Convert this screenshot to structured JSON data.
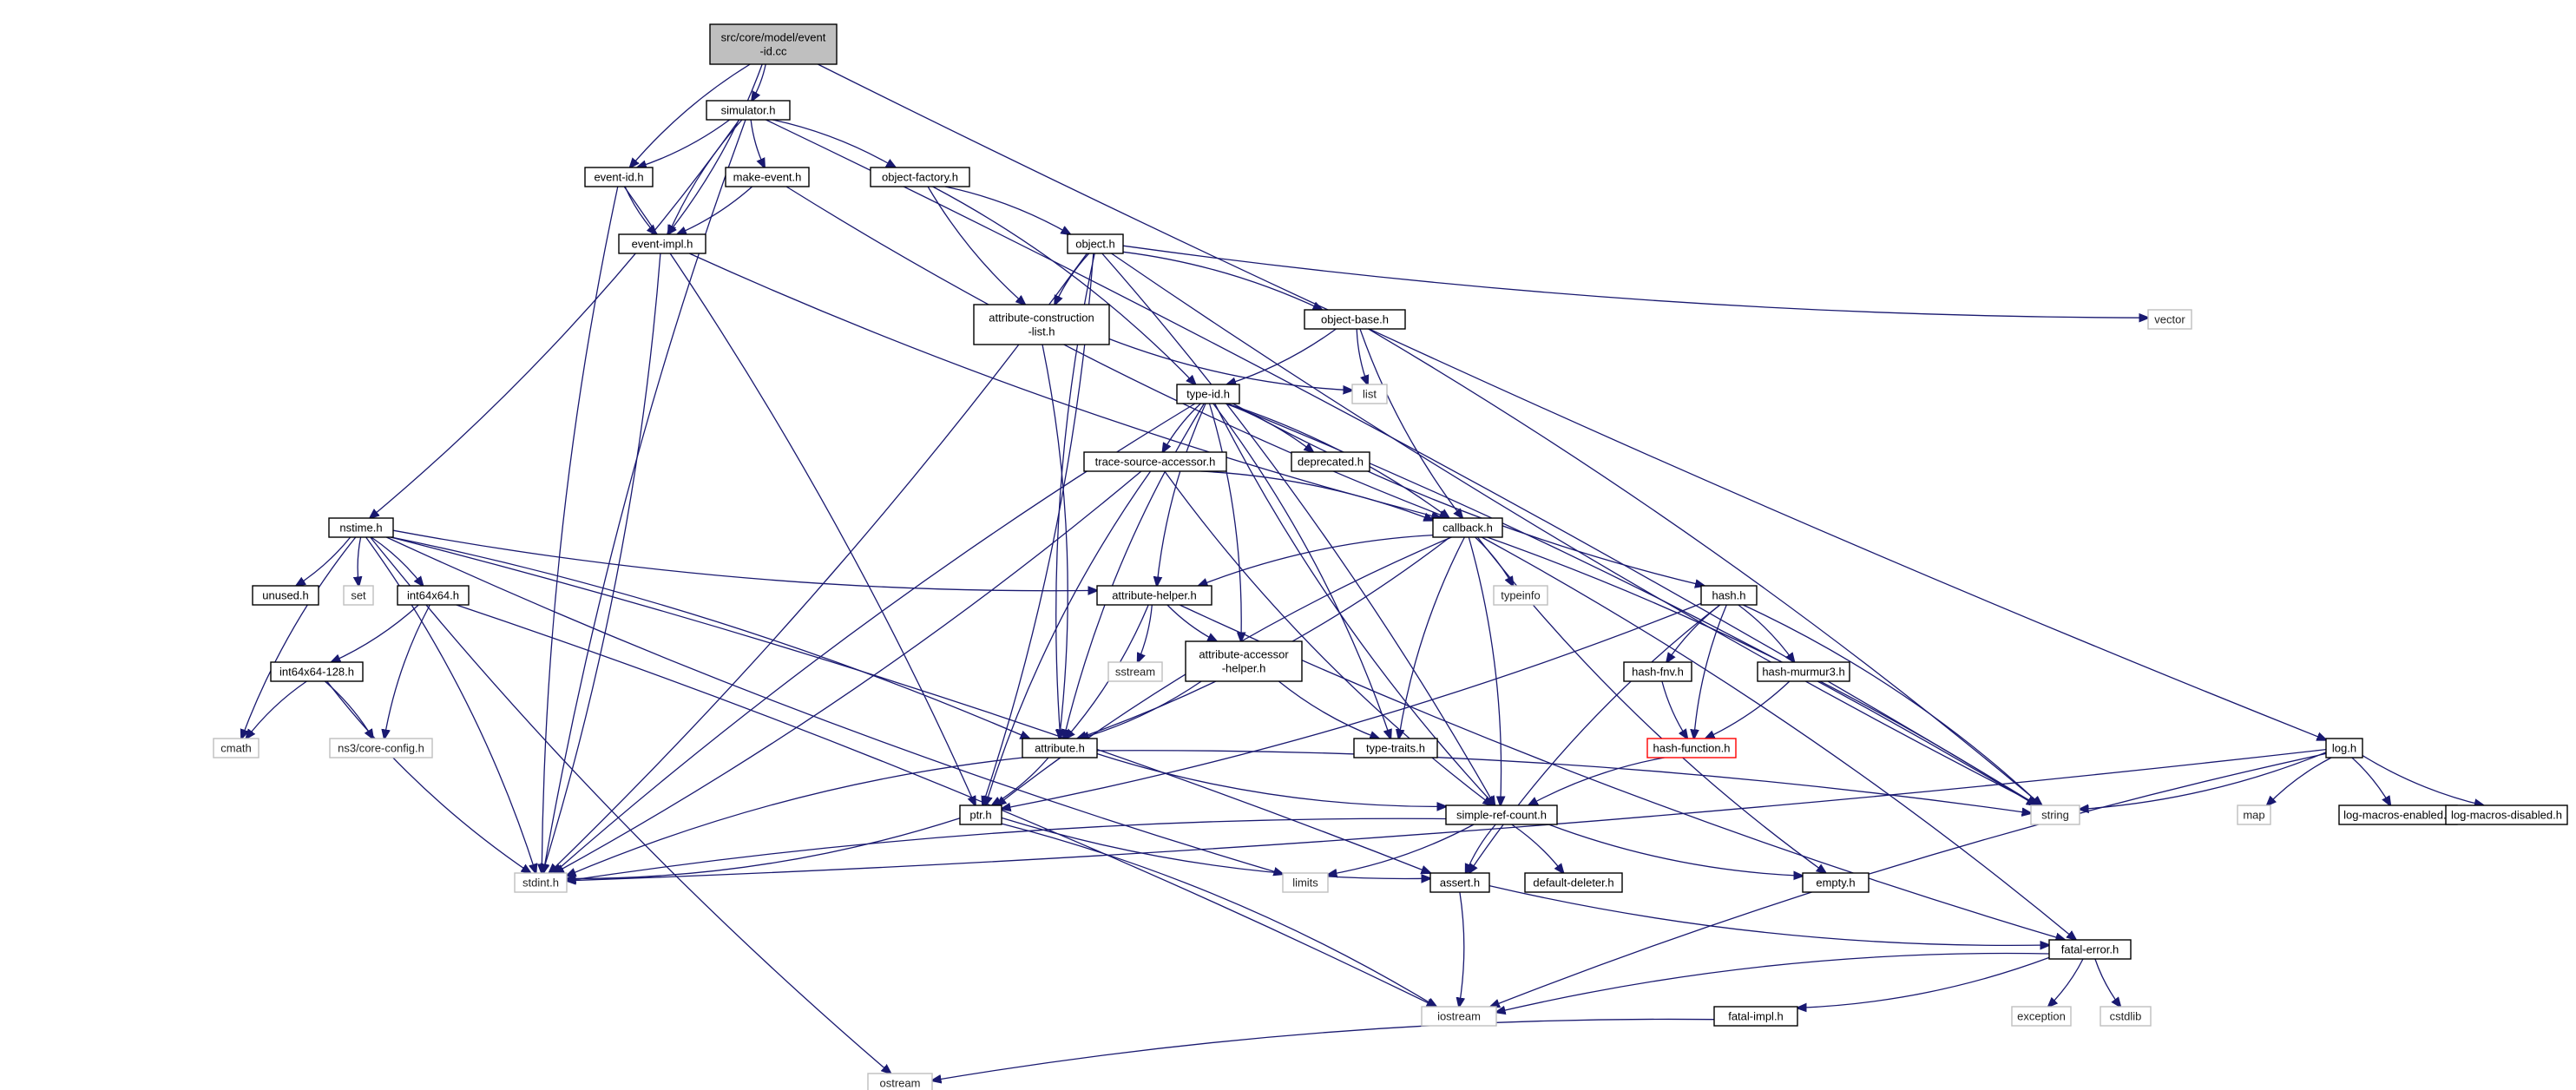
{
  "diagram": {
    "title": "",
    "colors": {
      "edge": "#191970",
      "node_border": "#000000",
      "system_border": "#bfbfbf",
      "highlight_border": "#ff0000",
      "root_fill": "#bfbfbf",
      "node_fill": "#ffffff"
    },
    "nodes": [
      {
        "id": "root",
        "lines": [
          "src/core/model/event",
          "-id.cc"
        ],
        "kind": "root"
      },
      {
        "id": "simulator",
        "lines": [
          "simulator.h"
        ],
        "kind": "header"
      },
      {
        "id": "event_id",
        "lines": [
          "event-id.h"
        ],
        "kind": "header"
      },
      {
        "id": "make_event",
        "lines": [
          "make-event.h"
        ],
        "kind": "header"
      },
      {
        "id": "object_factory",
        "lines": [
          "object-factory.h"
        ],
        "kind": "header"
      },
      {
        "id": "event_impl",
        "lines": [
          "event-impl.h"
        ],
        "kind": "header"
      },
      {
        "id": "object",
        "lines": [
          "object.h"
        ],
        "kind": "header"
      },
      {
        "id": "attr_construction",
        "lines": [
          "attribute-construction",
          "-list.h"
        ],
        "kind": "header"
      },
      {
        "id": "object_base",
        "lines": [
          "object-base.h"
        ],
        "kind": "header"
      },
      {
        "id": "vector",
        "lines": [
          "vector"
        ],
        "kind": "system"
      },
      {
        "id": "list",
        "lines": [
          "list"
        ],
        "kind": "system"
      },
      {
        "id": "type_id",
        "lines": [
          "type-id.h"
        ],
        "kind": "header"
      },
      {
        "id": "trace_source",
        "lines": [
          "trace-source-accessor.h"
        ],
        "kind": "header"
      },
      {
        "id": "deprecated",
        "lines": [
          "deprecated.h"
        ],
        "kind": "header"
      },
      {
        "id": "callback",
        "lines": [
          "callback.h"
        ],
        "kind": "header"
      },
      {
        "id": "typeinfo",
        "lines": [
          "typeinfo"
        ],
        "kind": "system"
      },
      {
        "id": "hash",
        "lines": [
          "hash.h"
        ],
        "kind": "header"
      },
      {
        "id": "nstime",
        "lines": [
          "nstime.h"
        ],
        "kind": "header"
      },
      {
        "id": "unused",
        "lines": [
          "unused.h"
        ],
        "kind": "header"
      },
      {
        "id": "set",
        "lines": [
          "set"
        ],
        "kind": "system"
      },
      {
        "id": "int64x64",
        "lines": [
          "int64x64.h"
        ],
        "kind": "header"
      },
      {
        "id": "attr_helper",
        "lines": [
          "attribute-helper.h"
        ],
        "kind": "header"
      },
      {
        "id": "sstream",
        "lines": [
          "sstream"
        ],
        "kind": "system"
      },
      {
        "id": "attr_accessor",
        "lines": [
          "attribute-accessor",
          "-helper.h"
        ],
        "kind": "header"
      },
      {
        "id": "hash_fnv",
        "lines": [
          "hash-fnv.h"
        ],
        "kind": "header"
      },
      {
        "id": "hash_murmur",
        "lines": [
          "hash-murmur3.h"
        ],
        "kind": "header"
      },
      {
        "id": "int64x64_128",
        "lines": [
          "int64x64-128.h"
        ],
        "kind": "header"
      },
      {
        "id": "cmath",
        "lines": [
          "cmath"
        ],
        "kind": "system"
      },
      {
        "id": "ns3config",
        "lines": [
          "ns3/core-config.h"
        ],
        "kind": "system"
      },
      {
        "id": "type_traits",
        "lines": [
          "type-traits.h"
        ],
        "kind": "header"
      },
      {
        "id": "hash_function",
        "lines": [
          "hash-function.h"
        ],
        "kind": "highlight"
      },
      {
        "id": "attribute",
        "lines": [
          "attribute.h"
        ],
        "kind": "header"
      },
      {
        "id": "log",
        "lines": [
          "log.h"
        ],
        "kind": "header"
      },
      {
        "id": "ptr",
        "lines": [
          "ptr.h"
        ],
        "kind": "header"
      },
      {
        "id": "simple_ref",
        "lines": [
          "simple-ref-count.h"
        ],
        "kind": "header"
      },
      {
        "id": "string",
        "lines": [
          "string"
        ],
        "kind": "system"
      },
      {
        "id": "map",
        "lines": [
          "map"
        ],
        "kind": "system"
      },
      {
        "id": "log_enabled",
        "lines": [
          "log-macros-enabled.h"
        ],
        "kind": "header"
      },
      {
        "id": "log_disabled",
        "lines": [
          "log-macros-disabled.h"
        ],
        "kind": "header"
      },
      {
        "id": "stdint",
        "lines": [
          "stdint.h"
        ],
        "kind": "system"
      },
      {
        "id": "limits",
        "lines": [
          "limits"
        ],
        "kind": "system"
      },
      {
        "id": "assert",
        "lines": [
          "assert.h"
        ],
        "kind": "header"
      },
      {
        "id": "default_deleter",
        "lines": [
          "default-deleter.h"
        ],
        "kind": "header"
      },
      {
        "id": "empty",
        "lines": [
          "empty.h"
        ],
        "kind": "header"
      },
      {
        "id": "fatal_error",
        "lines": [
          "fatal-error.h"
        ],
        "kind": "header"
      },
      {
        "id": "iostream",
        "lines": [
          "iostream"
        ],
        "kind": "system"
      },
      {
        "id": "exception",
        "lines": [
          "exception"
        ],
        "kind": "system"
      },
      {
        "id": "cstdlib",
        "lines": [
          "cstdlib"
        ],
        "kind": "system"
      },
      {
        "id": "fatal_impl",
        "lines": [
          "fatal-impl.h"
        ],
        "kind": "header"
      },
      {
        "id": "ostream",
        "lines": [
          "ostream"
        ],
        "kind": "system"
      }
    ],
    "edges": [
      [
        "root",
        "simulator"
      ],
      [
        "root",
        "event_id"
      ],
      [
        "root",
        "event_impl"
      ],
      [
        "root",
        "log"
      ],
      [
        "simulator",
        "event_id"
      ],
      [
        "simulator",
        "make_event"
      ],
      [
        "simulator",
        "object_factory"
      ],
      [
        "simulator",
        "event_impl"
      ],
      [
        "simulator",
        "nstime"
      ],
      [
        "simulator",
        "stdint"
      ],
      [
        "simulator",
        "string"
      ],
      [
        "event_id",
        "event_impl"
      ],
      [
        "event_id",
        "ptr"
      ],
      [
        "event_id",
        "stdint"
      ],
      [
        "make_event",
        "event_impl"
      ],
      [
        "make_event",
        "callback"
      ],
      [
        "event_impl",
        "stdint"
      ],
      [
        "event_impl",
        "callback"
      ],
      [
        "object_factory",
        "object"
      ],
      [
        "object_factory",
        "attr_construction"
      ],
      [
        "object_factory",
        "type_id"
      ],
      [
        "object",
        "attr_construction"
      ],
      [
        "object",
        "object_base"
      ],
      [
        "object",
        "vector"
      ],
      [
        "object",
        "ptr"
      ],
      [
        "object",
        "attribute"
      ],
      [
        "object",
        "stdint"
      ],
      [
        "object",
        "string"
      ],
      [
        "object",
        "simple_ref"
      ],
      [
        "attr_construction",
        "list"
      ],
      [
        "attr_construction",
        "attribute"
      ],
      [
        "object_base",
        "list"
      ],
      [
        "object_base",
        "type_id"
      ],
      [
        "object_base",
        "callback"
      ],
      [
        "object_base",
        "string"
      ],
      [
        "type_id",
        "trace_source"
      ],
      [
        "type_id",
        "deprecated"
      ],
      [
        "type_id",
        "attr_helper"
      ],
      [
        "type_id",
        "attr_accessor"
      ],
      [
        "type_id",
        "attribute"
      ],
      [
        "type_id",
        "callback"
      ],
      [
        "type_id",
        "hash"
      ],
      [
        "type_id",
        "type_traits"
      ],
      [
        "type_id",
        "stdint"
      ],
      [
        "type_id",
        "string"
      ],
      [
        "type_id",
        "simple_ref"
      ],
      [
        "trace_source",
        "callback"
      ],
      [
        "trace_source",
        "ptr"
      ],
      [
        "trace_source",
        "stdint"
      ],
      [
        "trace_source",
        "simple_ref"
      ],
      [
        "callback",
        "typeinfo"
      ],
      [
        "callback",
        "attr_helper"
      ],
      [
        "callback",
        "attribute"
      ],
      [
        "callback",
        "ptr"
      ],
      [
        "callback",
        "simple_ref"
      ],
      [
        "callback",
        "type_traits"
      ],
      [
        "callback",
        "fatal_error"
      ],
      [
        "callback",
        "empty"
      ],
      [
        "callback",
        "string"
      ],
      [
        "hash",
        "hash_fnv"
      ],
      [
        "hash",
        "hash_murmur"
      ],
      [
        "hash",
        "hash_function"
      ],
      [
        "hash",
        "string"
      ],
      [
        "hash",
        "assert"
      ],
      [
        "hash",
        "ptr"
      ],
      [
        "hash_fnv",
        "hash_function"
      ],
      [
        "hash_murmur",
        "hash_function"
      ],
      [
        "hash_function",
        "simple_ref"
      ],
      [
        "nstime",
        "unused"
      ],
      [
        "nstime",
        "set"
      ],
      [
        "nstime",
        "int64x64"
      ],
      [
        "nstime",
        "attr_helper"
      ],
      [
        "nstime",
        "attribute"
      ],
      [
        "nstime",
        "cmath"
      ],
      [
        "nstime",
        "stdint"
      ],
      [
        "nstime",
        "limits"
      ],
      [
        "nstime",
        "assert"
      ],
      [
        "nstime",
        "ostream"
      ],
      [
        "int64x64",
        "int64x64_128"
      ],
      [
        "int64x64",
        "ns3config"
      ],
      [
        "int64x64",
        "iostream"
      ],
      [
        "int64x64_128",
        "cmath"
      ],
      [
        "int64x64_128",
        "ns3config"
      ],
      [
        "int64x64_128",
        "stdint"
      ],
      [
        "attr_helper",
        "sstream"
      ],
      [
        "attr_helper",
        "attr_accessor"
      ],
      [
        "attr_helper",
        "attribute"
      ],
      [
        "attr_helper",
        "fatal_error"
      ],
      [
        "attr_accessor",
        "attribute"
      ],
      [
        "attr_accessor",
        "type_traits"
      ],
      [
        "attribute",
        "ptr"
      ],
      [
        "attribute",
        "simple_ref"
      ],
      [
        "attribute",
        "string"
      ],
      [
        "attribute",
        "stdint"
      ],
      [
        "ptr",
        "stdint"
      ],
      [
        "ptr",
        "assert"
      ],
      [
        "ptr",
        "iostream"
      ],
      [
        "simple_ref",
        "stdint"
      ],
      [
        "simple_ref",
        "limits"
      ],
      [
        "simple_ref",
        "assert"
      ],
      [
        "simple_ref",
        "default_deleter"
      ],
      [
        "simple_ref",
        "empty"
      ],
      [
        "assert",
        "iostream"
      ],
      [
        "assert",
        "fatal_error"
      ],
      [
        "log",
        "string"
      ],
      [
        "log",
        "map"
      ],
      [
        "log_enabled_src",
        "log_enabled"
      ],
      [
        "log",
        "log_disabled"
      ],
      [
        "log",
        "stdint"
      ],
      [
        "log",
        "iostream"
      ],
      [
        "log",
        "log_enabled"
      ],
      [
        "fatal_error",
        "iostream"
      ],
      [
        "fatal_error",
        "exception"
      ],
      [
        "fatal_error",
        "cstdlib"
      ],
      [
        "fatal_error",
        "fatal_impl"
      ],
      [
        "fatal_impl",
        "ostream"
      ]
    ]
  }
}
